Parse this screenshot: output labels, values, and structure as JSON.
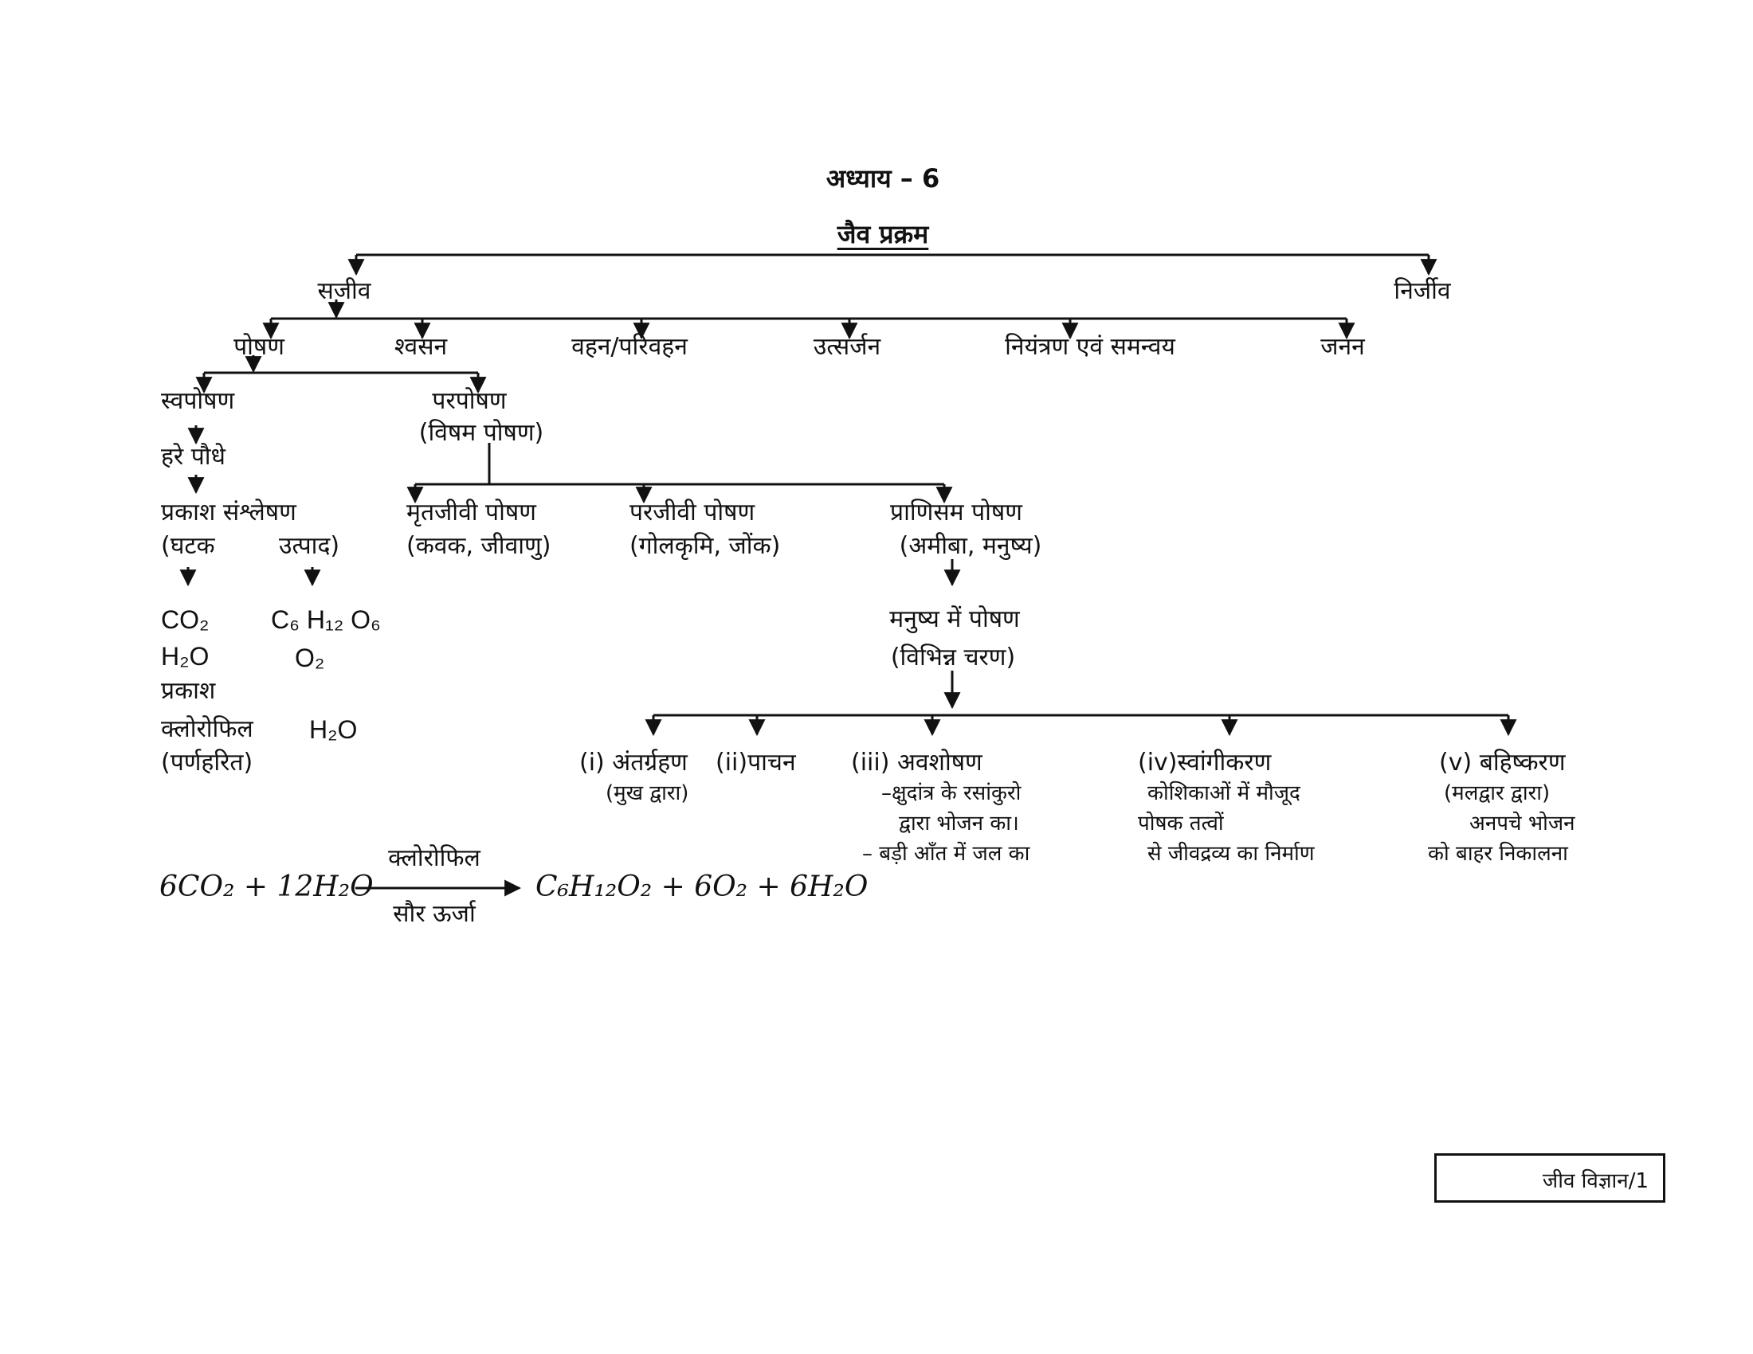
{
  "chapter": "अध्याय – 6",
  "title": "जैव प्रक्रम",
  "nodes": {
    "sajiv": "सजीव",
    "nirjiv": "निर्जीव",
    "poshan": "पोषण",
    "shvasan": "श्वसन",
    "vahan": "वहन/परिवहन",
    "utsarjan": "उत्सर्जन",
    "niyantran": "नियंत्रण एवं समन्वय",
    "jannan": "जनन",
    "svaposhan": "स्वपोषण",
    "paraposhan": "परपोषण",
    "paraposhan_sub": "(विषम पोषण)",
    "hare_paudhe": "हरे पौधे",
    "prakash_sansleshan": "प्रकाश संश्लेषण",
    "ghatak": "(घटक",
    "utpad": "उत्पाद)",
    "mritjivi": "मृतजीवी पोषण",
    "mritjivi_ex": "(कवक, जीवाणु)",
    "parjivi": "परजीवी पोषण",
    "parjivi_ex": "(गोलकृमि, जोंक)",
    "pranisam": "प्राणिसम पोषण",
    "pranisam_ex": "(अमीबा, मनुष्य)",
    "manushya": "मनुष्य में पोषण",
    "manushya_sub": "(विभिन्न चरण)"
  },
  "components": {
    "ghatak": [
      "CO₂",
      "H₂O",
      "प्रकाश",
      "क्लोरोफिल",
      "(पर्णहरित)"
    ],
    "utpad": [
      "C₆ H₁₂ O₆",
      "O₂",
      "H₂O"
    ]
  },
  "stages": [
    {
      "label": "(i) अंतर्ग्रहण",
      "lines": [
        "(मुख द्वारा)"
      ]
    },
    {
      "label": "(ii)पाचन",
      "lines": []
    },
    {
      "label": "(iii) अवशोषण",
      "lines": [
        "–क्षुदांत्र के रसांकुरो",
        "द्वारा भोजन का।",
        "– बड़ी आँत में जल का"
      ]
    },
    {
      "label": "(iv)स्वांगीकरण",
      "lines": [
        "कोशिकाओं में मौजूद",
        "पोषक तत्वों",
        "से जीवद्रव्य का निर्माण"
      ]
    },
    {
      "label": "(v) बहिष्करण",
      "lines": [
        "(मलद्वार द्वारा)",
        "अनपचे भोजन",
        "को बाहर निकालना"
      ]
    }
  ],
  "equation": {
    "left": "6CO₂ + 12H₂O",
    "above_arrow": "क्लोरोफिल",
    "below_arrow": "सौर ऊर्जा",
    "right": "C₆H₁₂O₂ + 6O₂ + 6H₂O"
  },
  "footer": "जीव विज्ञान/1"
}
